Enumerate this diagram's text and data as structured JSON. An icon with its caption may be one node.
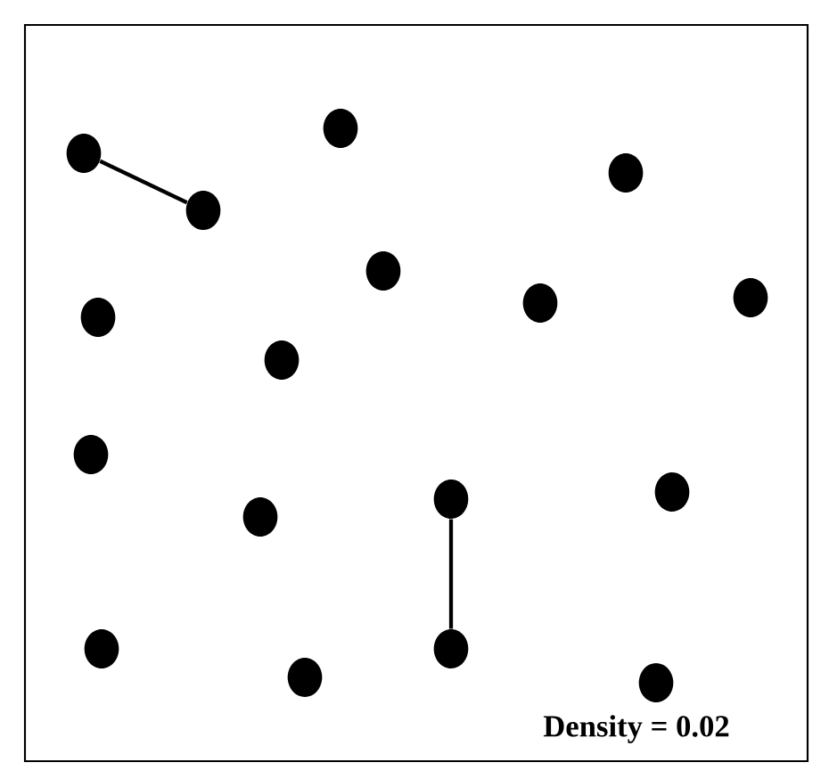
{
  "diagram": {
    "nodes": [
      {
        "text": [],
        "shape": "circle"
      },
      {
        "text": [],
        "shape": "circle"
      },
      {
        "text": [],
        "shape": "circle"
      },
      {
        "text": [],
        "shape": "circle"
      },
      {
        "text": [],
        "shape": "circle"
      },
      {
        "text": [],
        "shape": "circle"
      },
      {
        "text": [],
        "shape": "circle"
      },
      {
        "text": [],
        "shape": "circle"
      },
      {
        "text": [],
        "shape": "circle"
      },
      {
        "text": [],
        "shape": "circle"
      },
      {
        "text": [],
        "shape": "circle"
      },
      {
        "text": [],
        "shape": "circle"
      },
      {
        "text": [],
        "shape": "circle"
      },
      {
        "text": [],
        "shape": "circle"
      },
      {
        "text": [],
        "shape": "circle"
      },
      {
        "text": [],
        "shape": "circle"
      },
      {
        "text": [],
        "shape": "circle"
      }
    ],
    "edges": [
      {
        "from": 1,
        "to": 3,
        "arrow": "none"
      },
      {
        "from": 11,
        "to": 14,
        "arrow": "none"
      }
    ],
    "labels": [
      "Density = 0.02"
    ]
  }
}
